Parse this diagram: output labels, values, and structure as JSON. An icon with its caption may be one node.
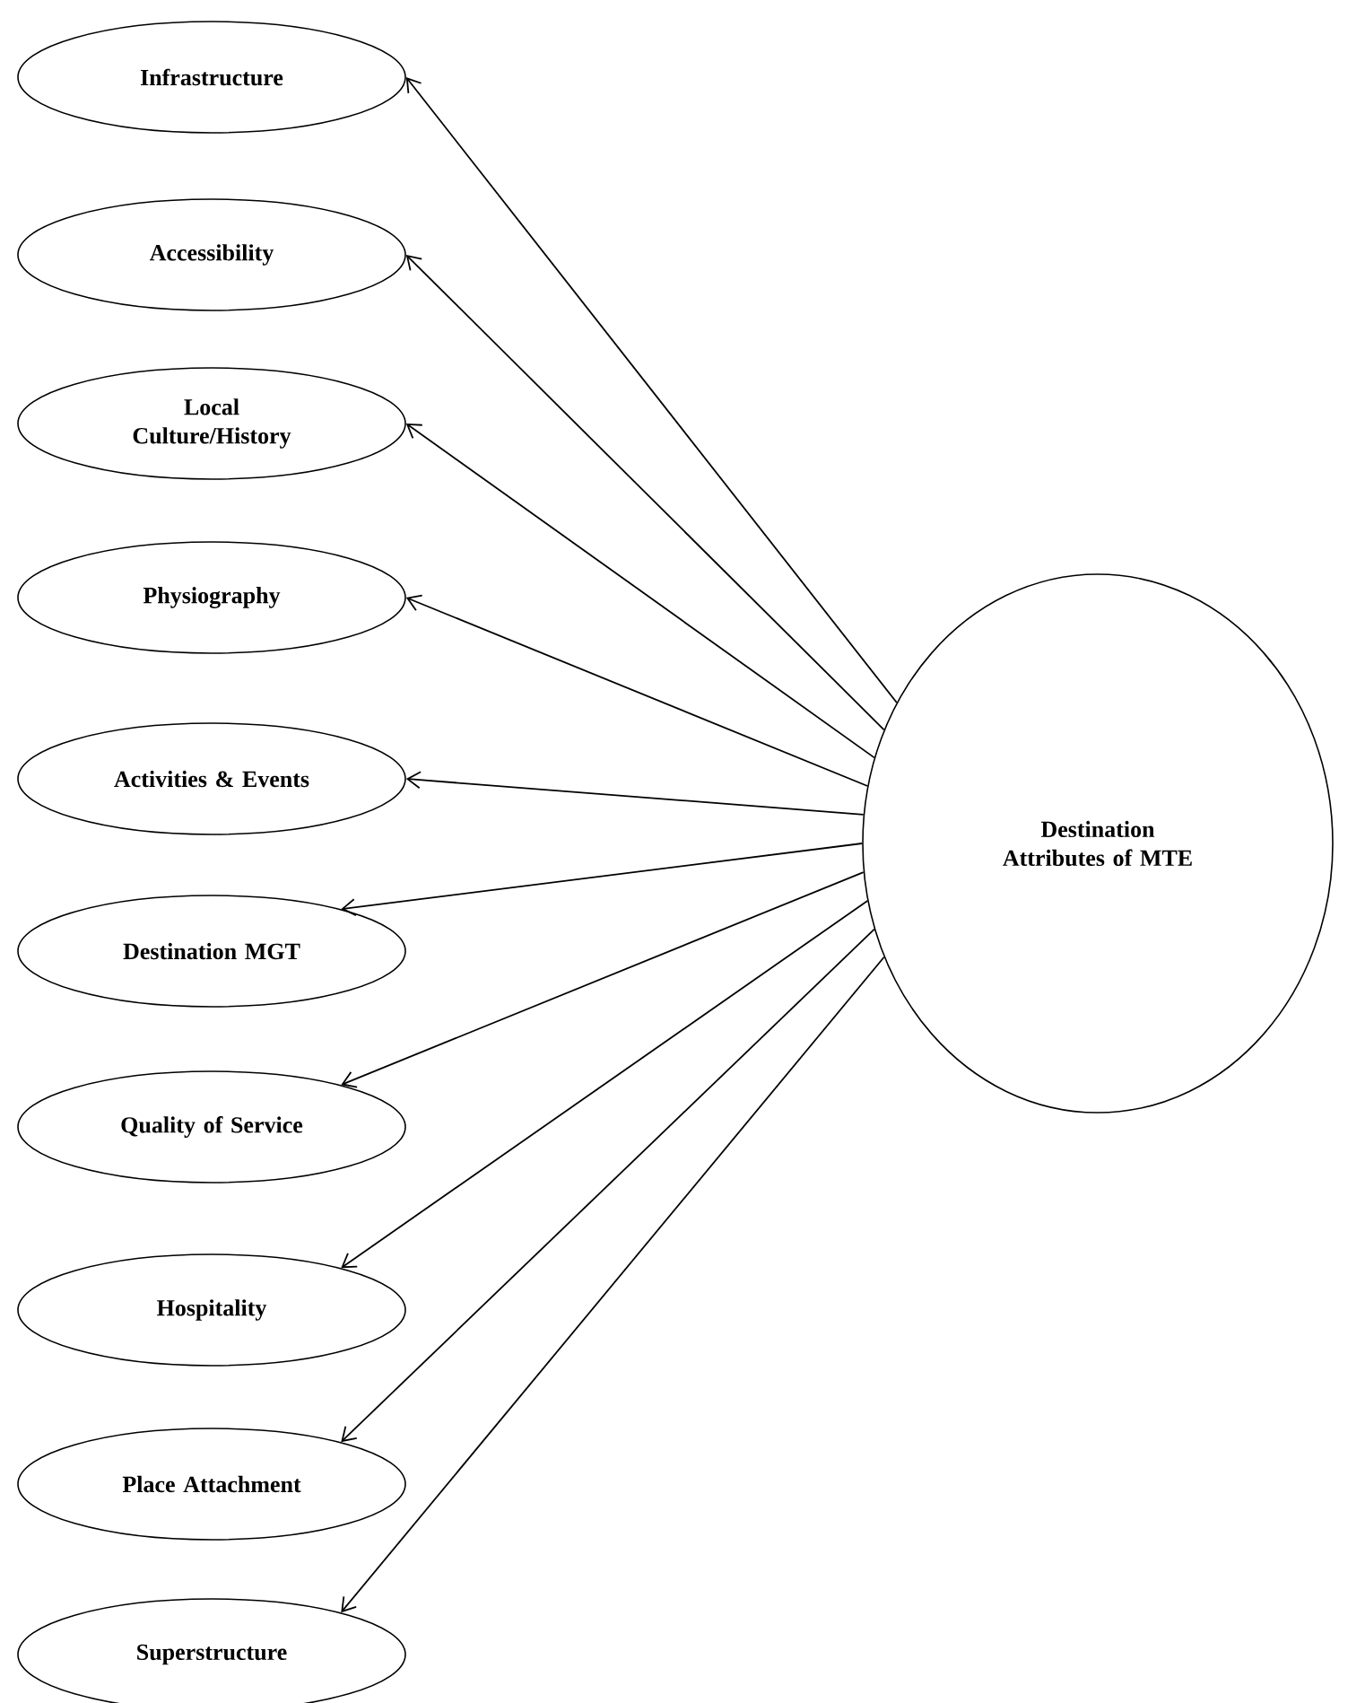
{
  "diagram": {
    "nodes": [
      {
        "text": [
          "Infrastructure"
        ]
      },
      {
        "text": [
          "Accessibility"
        ]
      },
      {
        "text": [
          "Local Culture/History"
        ]
      },
      {
        "text": [
          "Physiography"
        ]
      },
      {
        "text": [
          "Activities & Events"
        ]
      },
      {
        "text": [
          "Destination MGT"
        ]
      },
      {
        "text": [
          "Quality of Service"
        ]
      },
      {
        "text": [
          "Hospitality"
        ]
      },
      {
        "text": [
          "Place Attachment"
        ]
      },
      {
        "text": [
          "Superstructure"
        ]
      },
      {
        "text": [
          "Destination Attributes of MTE"
        ]
      }
    ],
    "edges": [
      {
        "from": 10,
        "to": 0,
        "arrow": "to"
      },
      {
        "from": 10,
        "to": 1,
        "arrow": "to"
      },
      {
        "from": 10,
        "to": 2,
        "arrow": "to"
      },
      {
        "from": 10,
        "to": 3,
        "arrow": "to"
      },
      {
        "from": 10,
        "to": 4,
        "arrow": "to"
      },
      {
        "from": 10,
        "to": 5,
        "arrow": "to"
      },
      {
        "from": 10,
        "to": 6,
        "arrow": "to"
      },
      {
        "from": 10,
        "to": 7,
        "arrow": "to"
      },
      {
        "from": 10,
        "to": 8,
        "arrow": "to"
      },
      {
        "from": 10,
        "to": 9,
        "arrow": "to"
      }
    ]
  }
}
